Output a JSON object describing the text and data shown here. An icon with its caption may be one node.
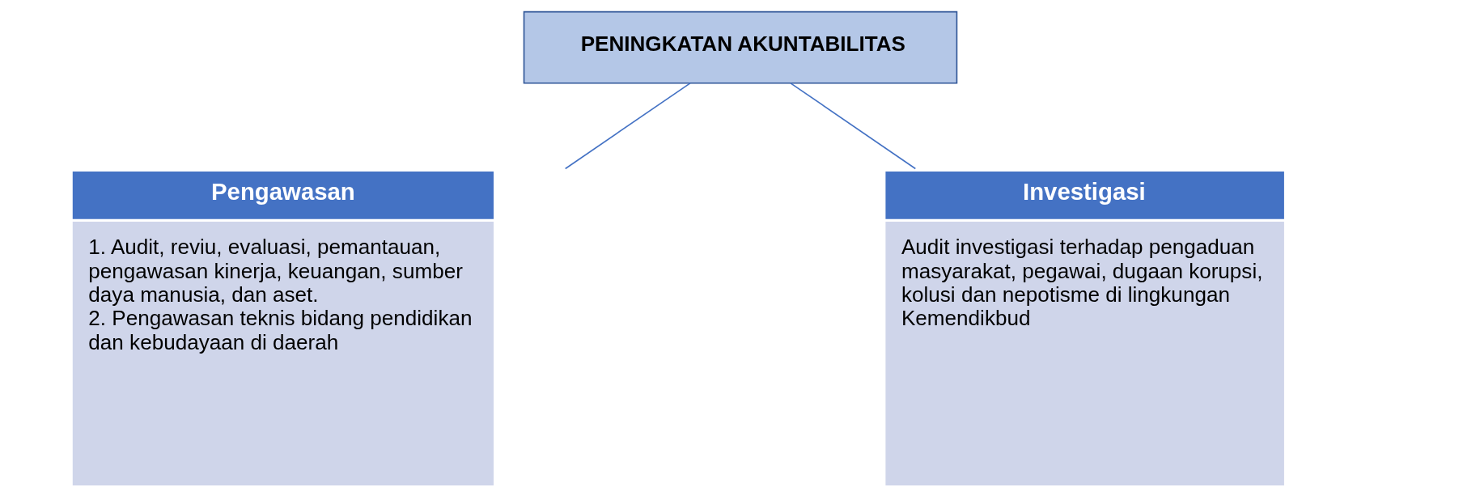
{
  "diagram": {
    "nodes": [
      {
        "text": [
          "PENINGKATAN AKUNTABILITAS"
        ]
      },
      {
        "text": [
          "Pengawasan",
          "1. Audit, reviu, evaluasi, pemantauan, pengawasan kinerja, keuangan, sumber daya manusia, dan aset.",
          "2. Pengawasan teknis bidang pendidikan dan kebudayaan di daerah"
        ]
      },
      {
        "text": [
          "Investigasi",
          "Audit investigasi terhadap pengaduan masyarakat, pegawai, dugaan korupsi, kolusi dan nepotisme di lingkungan Kemendikbud"
        ]
      }
    ],
    "edges": [
      {
        "from": 0,
        "to": 1,
        "arrow": "none"
      },
      {
        "from": 0,
        "to": 2,
        "arrow": "none"
      }
    ]
  }
}
